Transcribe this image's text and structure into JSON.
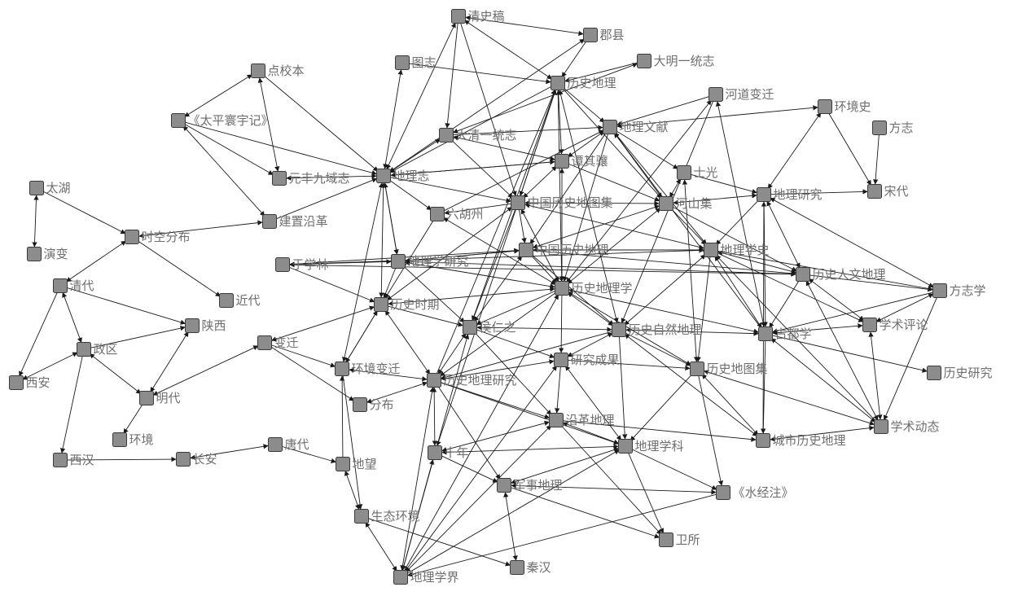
{
  "diagram": {
    "type": "network-graph",
    "nodes": [
      {
        "id": "qingshigao",
        "label": "清史稿"
      },
      {
        "id": "junxian",
        "label": "郡县"
      },
      {
        "id": "tuzhi",
        "label": "图志"
      },
      {
        "id": "daming",
        "label": "大明一统志"
      },
      {
        "id": "lsdl",
        "label": "历史地理"
      },
      {
        "id": "dianjiaoben",
        "label": "点校本"
      },
      {
        "id": "hedao",
        "label": "河道变迁"
      },
      {
        "id": "hjs",
        "label": "环境史"
      },
      {
        "id": "fangzhi",
        "label": "方志"
      },
      {
        "id": "taiping",
        "label": "《太平寰宇记》"
      },
      {
        "id": "dqyt",
        "label": "大清一统志"
      },
      {
        "id": "dlwx",
        "label": "地理文献"
      },
      {
        "id": "tanqixiang",
        "label": "谭其骧"
      },
      {
        "id": "shiguang",
        "label": "士光"
      },
      {
        "id": "songdai",
        "label": "宋代"
      },
      {
        "id": "yuanfeng",
        "label": "元丰九域志"
      },
      {
        "id": "dlz",
        "label": "地理志"
      },
      {
        "id": "dlyj",
        "label": "地理研究"
      },
      {
        "id": "taihu",
        "label": "太湖"
      },
      {
        "id": "zglsdtj",
        "label": "中国历史地图集"
      },
      {
        "id": "heshanji",
        "label": "河山集"
      },
      {
        "id": "jianzhi",
        "label": "建置沿革"
      },
      {
        "id": "liuhuzhou",
        "label": "六胡州"
      },
      {
        "id": "skfb",
        "label": "时空分布"
      },
      {
        "id": "yanbian",
        "label": "演变"
      },
      {
        "id": "zglsdl",
        "label": "中国历史地理"
      },
      {
        "id": "dlxs",
        "label": "地理学史"
      },
      {
        "id": "yuxuelin",
        "label": "于学林"
      },
      {
        "id": "dlxyj",
        "label": "地理学研究"
      },
      {
        "id": "lsrwdl",
        "label": "历史人文地理"
      },
      {
        "id": "fangzhixue",
        "label": "方志学"
      },
      {
        "id": "qingdai",
        "label": "清代"
      },
      {
        "id": "lsdlx",
        "label": "历史地理学"
      },
      {
        "id": "jindai",
        "label": "近代"
      },
      {
        "id": "lssq",
        "label": "历史时期"
      },
      {
        "id": "shanxi",
        "label": "陕西"
      },
      {
        "id": "hourenzhi",
        "label": "侯仁之"
      },
      {
        "id": "lszrdl",
        "label": "历史自然地理"
      },
      {
        "id": "gudu",
        "label": "古都学"
      },
      {
        "id": "xspl",
        "label": "学术评论"
      },
      {
        "id": "bianqian",
        "label": "变迁"
      },
      {
        "id": "zhengqu",
        "label": "政区"
      },
      {
        "id": "yjcg",
        "label": "研究成果"
      },
      {
        "id": "hjbq",
        "label": "环境变迁"
      },
      {
        "id": "lsdtj",
        "label": "历史地图集"
      },
      {
        "id": "lsyj",
        "label": "历史研究"
      },
      {
        "id": "xian",
        "label": "西安"
      },
      {
        "id": "lsdlyj",
        "label": "历史地理研究"
      },
      {
        "id": "mingdai",
        "label": "明代"
      },
      {
        "id": "fenbu",
        "label": "分布"
      },
      {
        "id": "ygdl",
        "label": "沿革地理"
      },
      {
        "id": "xsdt",
        "label": "学术动态"
      },
      {
        "id": "huanjing",
        "label": "环境"
      },
      {
        "id": "cshl",
        "label": "城市历史地理"
      },
      {
        "id": "shinian",
        "label": "十年"
      },
      {
        "id": "dlxk",
        "label": "地理学科"
      },
      {
        "id": "xihan",
        "label": "西汉"
      },
      {
        "id": "changan",
        "label": "长安"
      },
      {
        "id": "tangdai",
        "label": "唐代"
      },
      {
        "id": "diwang",
        "label": "地望"
      },
      {
        "id": "jsdl",
        "label": "军事地理"
      },
      {
        "id": "shuijing",
        "label": "《水经注》"
      },
      {
        "id": "stbj",
        "label": "生态环境"
      },
      {
        "id": "weisuo",
        "label": "卫所"
      },
      {
        "id": "qinhan",
        "label": "秦汉"
      },
      {
        "id": "dlxj",
        "label": "地理学界"
      }
    ],
    "edges": [
      [
        "taihu",
        "yanbian"
      ],
      [
        "taihu",
        "skfb"
      ],
      [
        "skfb",
        "qingdai"
      ],
      [
        "skfb",
        "jindai"
      ],
      [
        "skfb",
        "jianzhi"
      ],
      [
        "qingdai",
        "shanxi"
      ],
      [
        "qingdai",
        "zhengqu"
      ],
      [
        "qingdai",
        "xian"
      ],
      [
        "zhengqu",
        "xian"
      ],
      [
        "zhengqu",
        "shanxi"
      ],
      [
        "zhengqu",
        "mingdai"
      ],
      [
        "zhengqu",
        "xihan"
      ],
      [
        "shanxi",
        "mingdai"
      ],
      [
        "mingdai",
        "huanjing"
      ],
      [
        "mingdai",
        "bianqian"
      ],
      [
        "xihan",
        "changan"
      ],
      [
        "changan",
        "tangdai"
      ],
      [
        "tangdai",
        "diwang"
      ],
      [
        "diwang",
        "stbj"
      ],
      [
        "diwang",
        "hjbq"
      ],
      [
        "taiping",
        "dianjiaoben"
      ],
      [
        "taiping",
        "yuanfeng"
      ],
      [
        "taiping",
        "jianzhi"
      ],
      [
        "taiping",
        "dlz"
      ],
      [
        "dianjiaoben",
        "yuanfeng"
      ],
      [
        "dianjiaoben",
        "dlz"
      ],
      [
        "yuanfeng",
        "dlz"
      ],
      [
        "jianzhi",
        "dlz"
      ],
      [
        "tuzhi",
        "dlz"
      ],
      [
        "tuzhi",
        "lsdl"
      ],
      [
        "qingshigao",
        "dlz"
      ],
      [
        "qingshigao",
        "dqyt"
      ],
      [
        "qingshigao",
        "lsdl"
      ],
      [
        "qingshigao",
        "zglsdtj"
      ],
      [
        "qingshigao",
        "junxian"
      ],
      [
        "junxian",
        "lsdl"
      ],
      [
        "junxian",
        "dlz"
      ],
      [
        "daming",
        "lsdl"
      ],
      [
        "daming",
        "dqyt"
      ],
      [
        "lsdl",
        "dlwx"
      ],
      [
        "lsdl",
        "tanqixiang"
      ],
      [
        "lsdl",
        "dlz"
      ],
      [
        "lsdl",
        "zglsdtj"
      ],
      [
        "lsdl",
        "lsdlx"
      ],
      [
        "lsdl",
        "hourenzhi"
      ],
      [
        "lsdl",
        "heshanji"
      ],
      [
        "hedao",
        "lsdlx"
      ],
      [
        "hedao",
        "dlwx"
      ],
      [
        "hedao",
        "gudu"
      ],
      [
        "hedao",
        "lszrdl"
      ],
      [
        "hjs",
        "dlwx"
      ],
      [
        "hjs",
        "songdai"
      ],
      [
        "hjs",
        "dlyj"
      ],
      [
        "fangzhi",
        "songdai"
      ],
      [
        "dqyt",
        "dlz"
      ],
      [
        "dqyt",
        "dlwx"
      ],
      [
        "dqyt",
        "tanqixiang"
      ],
      [
        "dqyt",
        "zglsdtj"
      ],
      [
        "dlwx",
        "tanqixiang"
      ],
      [
        "dlwx",
        "shiguang"
      ],
      [
        "dlwx",
        "heshanji"
      ],
      [
        "dlwx",
        "zglsdl"
      ],
      [
        "dlwx",
        "dlxs"
      ],
      [
        "dlwx",
        "lsdlx"
      ],
      [
        "tanqixiang",
        "zglsdtj"
      ],
      [
        "tanqixiang",
        "heshanji"
      ],
      [
        "tanqixiang",
        "lsdlx"
      ],
      [
        "tanqixiang",
        "dlz"
      ],
      [
        "shiguang",
        "heshanji"
      ],
      [
        "shiguang",
        "dlyj"
      ],
      [
        "shiguang",
        "lsdtj"
      ],
      [
        "dlz",
        "liuhuzhou"
      ],
      [
        "dlz",
        "lssq"
      ],
      [
        "dlz",
        "zglsdtj"
      ],
      [
        "dlz",
        "dlxyj"
      ],
      [
        "dlz",
        "tanqixiang"
      ],
      [
        "zglsdtj",
        "heshanji"
      ],
      [
        "zglsdtj",
        "zglsdl"
      ],
      [
        "zglsdtj",
        "lsdlx"
      ],
      [
        "zglsdtj",
        "liuhuzhou"
      ],
      [
        "zglsdtj",
        "dlxs"
      ],
      [
        "zglsdtj",
        "hourenzhi"
      ],
      [
        "heshanji",
        "dlyj"
      ],
      [
        "heshanji",
        "dlxs"
      ],
      [
        "heshanji",
        "lsdlx"
      ],
      [
        "heshanji",
        "lsrwdl"
      ],
      [
        "heshanji",
        "zglsdl"
      ],
      [
        "dlyj",
        "dlxs"
      ],
      [
        "dlyj",
        "lsrwdl"
      ],
      [
        "dlyj",
        "gudu"
      ],
      [
        "dlyj",
        "fangzhixue"
      ],
      [
        "dlyj",
        "songdai"
      ],
      [
        "liuhuzhou",
        "lsdlx"
      ],
      [
        "liuhuzhou",
        "lssq"
      ],
      [
        "zglsdl",
        "dlxs"
      ],
      [
        "zglsdl",
        "lsdlx"
      ],
      [
        "zglsdl",
        "hourenzhi"
      ],
      [
        "zglsdl",
        "lszrdl"
      ],
      [
        "zglsdl",
        "dlxyj"
      ],
      [
        "zglsdl",
        "lsrwdl"
      ],
      [
        "dlxs",
        "lsrwdl"
      ],
      [
        "dlxs",
        "fangzhixue"
      ],
      [
        "dlxs",
        "gudu"
      ],
      [
        "dlxs",
        "lsdtj"
      ],
      [
        "dlxs",
        "lszrdl"
      ],
      [
        "dlxs",
        "xspl"
      ],
      [
        "yuxuelin",
        "dlxyj"
      ],
      [
        "yuxuelin",
        "lssq"
      ],
      [
        "yuxuelin",
        "dlxs"
      ],
      [
        "yuxuelin",
        "zglsdl"
      ],
      [
        "dlxyj",
        "lsdlx"
      ],
      [
        "dlxyj",
        "lssq"
      ],
      [
        "dlxyj",
        "zglsdl"
      ],
      [
        "lsrwdl",
        "fangzhixue"
      ],
      [
        "lsrwdl",
        "xsdt"
      ],
      [
        "lsrwdl",
        "gudu"
      ],
      [
        "lsrwdl",
        "xspl"
      ],
      [
        "fangzhixue",
        "gudu"
      ],
      [
        "fangzhixue",
        "xspl"
      ],
      [
        "fangzhixue",
        "xsdt"
      ],
      [
        "lsdlx",
        "lssq"
      ],
      [
        "lsdlx",
        "hourenzhi"
      ],
      [
        "lsdlx",
        "lszrdl"
      ],
      [
        "lsdlx",
        "yjcg"
      ],
      [
        "lsdlx",
        "lsdtj"
      ],
      [
        "lsdlx",
        "lsdlyj"
      ],
      [
        "lsdlx",
        "gudu"
      ],
      [
        "lssq",
        "hourenzhi"
      ],
      [
        "lssq",
        "lsdlyj"
      ],
      [
        "lssq",
        "hjbq"
      ],
      [
        "hourenzhi",
        "lszrdl"
      ],
      [
        "hourenzhi",
        "yjcg"
      ],
      [
        "hourenzhi",
        "lsdlyj"
      ],
      [
        "hourenzhi",
        "ygdl"
      ],
      [
        "lszrdl",
        "gudu"
      ],
      [
        "lszrdl",
        "lsdtj"
      ],
      [
        "lszrdl",
        "yjcg"
      ],
      [
        "lszrdl",
        "dlxk"
      ],
      [
        "lszrdl",
        "cshl"
      ],
      [
        "lszrdl",
        "lsdlyj"
      ],
      [
        "gudu",
        "xspl"
      ],
      [
        "gudu",
        "lsyj"
      ],
      [
        "gudu",
        "xsdt"
      ],
      [
        "gudu",
        "cshl"
      ],
      [
        "xspl",
        "xsdt"
      ],
      [
        "bianqian",
        "hjbq"
      ],
      [
        "bianqian",
        "lssq"
      ],
      [
        "bianqian",
        "fenbu"
      ],
      [
        "hjbq",
        "lsdlyj"
      ],
      [
        "hjbq",
        "lssq"
      ],
      [
        "hjbq",
        "dlz"
      ],
      [
        "yjcg",
        "lsdtj"
      ],
      [
        "yjcg",
        "lsdlyj"
      ],
      [
        "yjcg",
        "ygdl"
      ],
      [
        "yjcg",
        "dlxk"
      ],
      [
        "lsdtj",
        "dlxk"
      ],
      [
        "lsdtj",
        "cshl"
      ],
      [
        "lsdtj",
        "shuijing"
      ],
      [
        "lsdtj",
        "xsdt"
      ],
      [
        "lsdlyj",
        "ygdl"
      ],
      [
        "lsdlyj",
        "shinian"
      ],
      [
        "lsdlyj",
        "dlxk"
      ],
      [
        "lsdlyj",
        "fenbu"
      ],
      [
        "lsdlyj",
        "jsdl"
      ],
      [
        "ygdl",
        "dlxk"
      ],
      [
        "ygdl",
        "cshl"
      ],
      [
        "ygdl",
        "shinian"
      ],
      [
        "ygdl",
        "weisuo"
      ],
      [
        "dlxk",
        "shinian"
      ],
      [
        "dlxk",
        "shuijing"
      ],
      [
        "dlxk",
        "jsdl"
      ],
      [
        "dlxk",
        "weisuo"
      ],
      [
        "shinian",
        "dlxj"
      ],
      [
        "shinian",
        "jsdl"
      ],
      [
        "jsdl",
        "qinhan"
      ],
      [
        "jsdl",
        "weisuo"
      ],
      [
        "jsdl",
        "shuijing"
      ],
      [
        "shuijing",
        "dlxj"
      ],
      [
        "stbj",
        "dlxj"
      ],
      [
        "stbj",
        "qinhan"
      ],
      [
        "dlxj",
        "lsdlyj"
      ],
      [
        "dlxj",
        "dlxk"
      ],
      [
        "dlxj",
        "ygdl"
      ],
      [
        "dlxj",
        "lsdlx"
      ],
      [
        "dlxj",
        "yjcg"
      ],
      [
        "dlxj",
        "hourenzhi"
      ],
      [
        "cshl",
        "xsdt"
      ],
      [
        "hjbq",
        "stbj"
      ],
      [
        "dlxyj",
        "dlz"
      ],
      [
        "dlxyj",
        "hourenzhi"
      ],
      [
        "lssq",
        "zglsdtj"
      ],
      [
        "liuhuzhou",
        "dlwx"
      ],
      [
        "shinian",
        "lsdl"
      ],
      [
        "lsdlyj",
        "lsdl"
      ],
      [
        "lszrdl",
        "lsdl"
      ],
      [
        "gudu",
        "dlwx"
      ],
      [
        "cshl",
        "dlyj"
      ],
      [
        "xsdt",
        "dlxs"
      ],
      [
        "yuxuelin",
        "lsrwdl"
      ],
      [
        "dlxyj",
        "lsrwdl"
      ]
    ]
  }
}
